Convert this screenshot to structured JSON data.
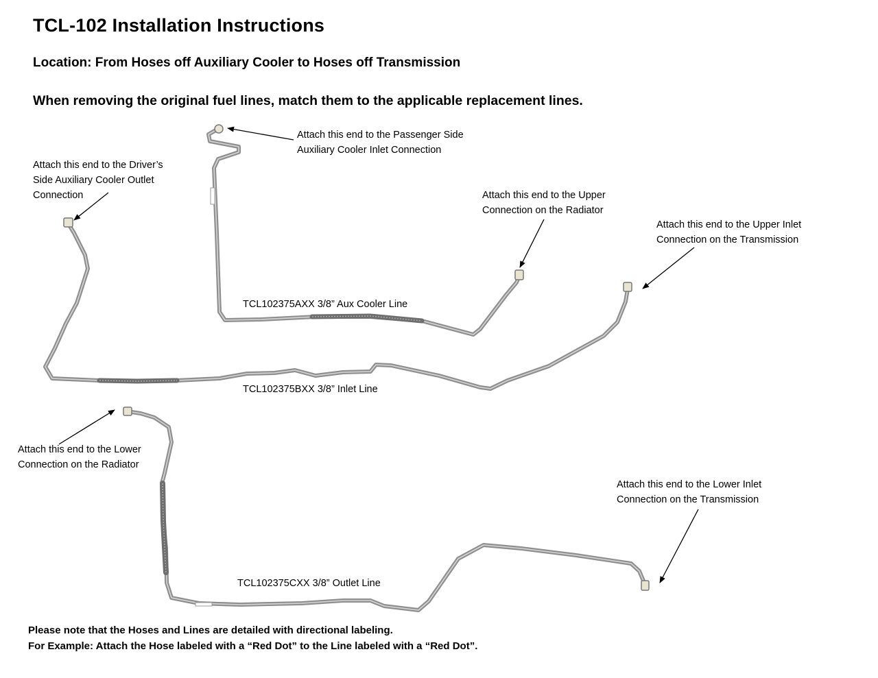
{
  "header": {
    "title": "TCL-102 Installation Instructions",
    "location": "Location: From Hoses off Auxiliary Cooler to Hoses off Transmission",
    "instruction": "When removing the original fuel lines, match them to the applicable replacement lines."
  },
  "callouts": {
    "passenger_side": [
      "Attach this end to the Passenger Side",
      "Auxiliary Cooler Inlet Connection"
    ],
    "drivers_side": [
      "Attach this end to the Driver’s",
      "Side Auxiliary Cooler Outlet",
      "Connection"
    ],
    "upper_radiator": [
      "Attach this end to the Upper",
      "Connection on the Radiator"
    ],
    "upper_inlet_transmission": [
      "Attach this end to the Upper Inlet",
      "Connection on the Transmission"
    ],
    "lower_radiator": [
      "Attach this end to the Lower",
      "Connection on the Radiator"
    ],
    "lower_inlet_transmission": [
      "Attach this end to the Lower Inlet",
      "Connection on the Transmission"
    ]
  },
  "lines": {
    "a": "TCL102375AXX  3/8” Aux Cooler Line",
    "b": "TCL102375BXX  3/8” Inlet Line",
    "c": "TCL102375CXX  3/8” Outlet Line"
  },
  "footer": {
    "line1": "Please note that the Hoses and Lines are detailed with directional labeling.",
    "line2": "For Example: Attach the Hose labeled with a “Red Dot” to the Line labeled with a “Red Dot”."
  },
  "colors": {
    "tube": "#8f8f8f",
    "tube_highlight": "#d6d6d6",
    "hose": "#6e6e6e",
    "fitting": "#e9e4d2"
  }
}
